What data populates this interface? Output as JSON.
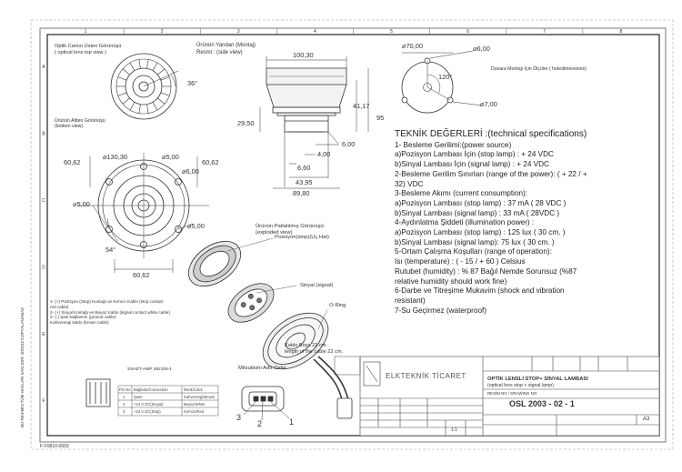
{
  "views": {
    "top_view_label": "Optik Camın Üsten Görünüşü\n( optical lens top view )",
    "side_view_label": "Ürünün Yandan (Montaj)\nResmi : (side view)",
    "bottom_view_label": "Ürünün Altten Görünüşü\n(bottom view)",
    "mounting_label": "Duvara Montajı İçin Ölçüler ( holedimensions)",
    "exploded_label": "Ürünün Patlatılmış Görünüşü:\n(exploded view)",
    "position_label": "Pozisyon(stop)(Uç Hat)",
    "signal_label": "Sinyal (signal)",
    "oring_label": "O-Ring",
    "cable_label": "Kablo Boyu 22 cm.\nlength of the cable 22 cm.",
    "connector_label": "Mitsubishi Adıt Ostia"
  },
  "dimensions": {
    "d_36": "36°",
    "d_100_30": "100,30",
    "d_29_50": "29,50",
    "d_41_17": "41,17",
    "d_95": "95",
    "d_6_00a": "6,00",
    "d_4_00": "4,00",
    "d_6_60": "6,60",
    "d_43_95": "43,95",
    "d_89_80": "89,80",
    "d_70_00": "⌀70,00",
    "d_6_00b": "⌀6,00",
    "d_120": "120°",
    "d_7_00": "⌀7,00",
    "d_60_62a": "60,62",
    "d_130_30": "⌀130,30",
    "d_5_00a": "⌀5,00",
    "d_6_00c": "⌀6,00",
    "d_60_62b": "60,62",
    "d_5_00b": "⌀5,00",
    "d_5_00c": "⌀5,00",
    "d_54": "54°",
    "d_60_62c": "60,62"
  },
  "specs": {
    "title": "TEKNİK DEĞERLERİ :(technical specifications)",
    "lines": [
      "1- Besleme Gerilimi:(power source)",
      "a)Pozisyon Lambası İçin (stop lamp) : + 24 VDC",
      "b)Sinyal Lambası İçin (signal lamp) : + 24 VDC",
      "2-Besleme Gerilim Sınırları (range of the power): ( + 22 / +",
      "32) VDC",
      "3-Besleme Akımı (current consumption):",
      "a)Pozisyon Lambası (stop lamp) : 37 mA ( 28 VDC )",
      "b)Sinyal Lambası (signal lamp) : 33 mA ( 28VDC )",
      "4-Aydınlatma Şiddeti (illumination power) :",
      "a)Pozisyon Lambası (stop lamp) : 125 lux ( 30 cm. )",
      "b)Sinyal Lambası (signal lamp): 75 lux ( 30 cm. )",
      "5-Ortam Çalışma Koşulları (range of operation):",
      "Isı (temperature) : ( - 15 / + 60 ) Celsius",
      "Rutubet (humidity) : % 87 Bağıl Nemde Sorunsuz (%87",
      "relative humidity should work fine)",
      "6-Darbe ve Titreşime Mukavim (shock and vibration",
      "resistant)",
      "7-Su Geçirmez (waterproof)"
    ]
  },
  "notes": [
    "1- (+) Pozisyon (Stop) Kontağı ve Kırmızı Kablo (stop contact",
    "red cable)",
    "2- (+) Sinyal Kontağı ve Beyaz Kablo (signal contact white cable)",
    "3- (-) Şasi bağlantısı (ground cable)-",
    "Kahverengi kablo (brown cable)"
  ],
  "connector": {
    "part_no": "SSHZT-AMP 282105-1",
    "pins": [
      "3",
      "2",
      "1"
    ],
    "table_headers": [
      "Pin No",
      "Bağlantı/Connection",
      "Renk/Color"
    ],
    "table_rows": [
      [
        "1",
        "Şase",
        "Kahverengi/Brown"
      ],
      [
        "2",
        "+24 V DC(Sinyal)",
        "Beyaz/White"
      ],
      [
        "3",
        "+24 V DC(Stop)",
        "Kırmızı/Red"
      ]
    ]
  },
  "title_block": {
    "company": "ELKTEKNİK TİCARET",
    "description": "OPTİK LENSLİ STOP+ SİNYAL LAMBASI",
    "description_en": "(optical lens stop + signal lamp)",
    "drawing_label": "RESİM NO / DRAWING NO",
    "drawing_no": "OSL 2003 - 02 - 1",
    "scale": "1:1",
    "sheet_size": "A3"
  },
  "footer": {
    "form_no": "F-F0810-0503",
    "side_text": "BU RESİMİN TÜM HAKLARI SAKLIDIR. İZİNSİZ KOPYALANAMAZ"
  },
  "grid": {
    "top": [
      "1",
      "2",
      "3",
      "4",
      "5",
      "6",
      "7",
      "8"
    ],
    "side": [
      "A",
      "B",
      "C",
      "D",
      "E",
      "F"
    ]
  }
}
